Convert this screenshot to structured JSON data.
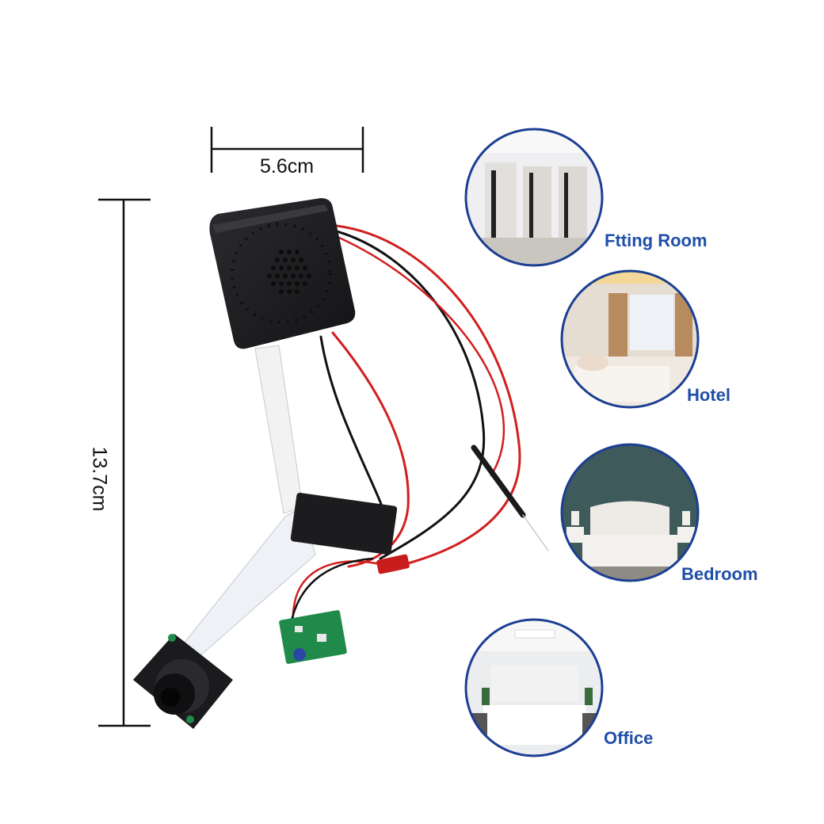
{
  "dimensions": {
    "width_label": "5.6cm",
    "height_label": "13.7cm"
  },
  "scenes": [
    {
      "id": "fitting",
      "label": "Ftting Room"
    },
    {
      "id": "hotel",
      "label": "Hotel"
    },
    {
      "id": "bedroom",
      "label": "Bedroom"
    },
    {
      "id": "office",
      "label": "Office"
    }
  ],
  "colors": {
    "accent": "#1f4fa8",
    "ring": "#1c3f93",
    "device": "#1f1f22",
    "wire_red": "#d21f1f",
    "wire_black": "#111111",
    "pcb_green": "#1f8a4a"
  }
}
